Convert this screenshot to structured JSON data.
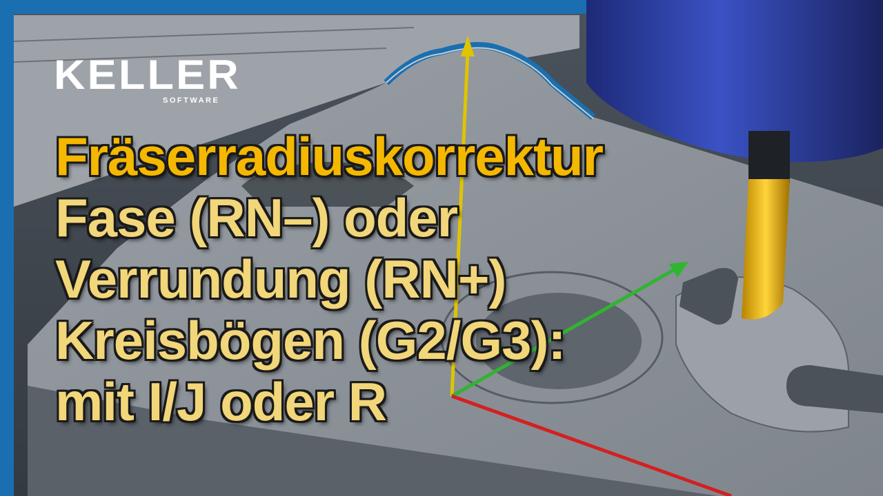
{
  "brand": {
    "name": "KELLER",
    "subtitle": "SOFTWARE"
  },
  "headline": {
    "lines": [
      "Fräserradiuskorrektur",
      "Fase (RN–)  oder",
      "Verrundung (RN+)",
      "Kreisbögen (G2/G3):",
      "mit I/J oder R"
    ]
  },
  "colors": {
    "frame_blue": "#1a6fb0",
    "workpiece_gray": "#8d9298",
    "title_line1": "#f5b800",
    "title_lines": "#f2d67a",
    "spindle_blue": "#2f3fa0",
    "tool_yellow": "#f0c020",
    "axis_z": "#e0c400",
    "axis_y": "#2fb52f",
    "axis_x": "#d42020"
  },
  "scene": {
    "description_icons": [
      "milling-spindle",
      "coordinate-axes"
    ]
  }
}
